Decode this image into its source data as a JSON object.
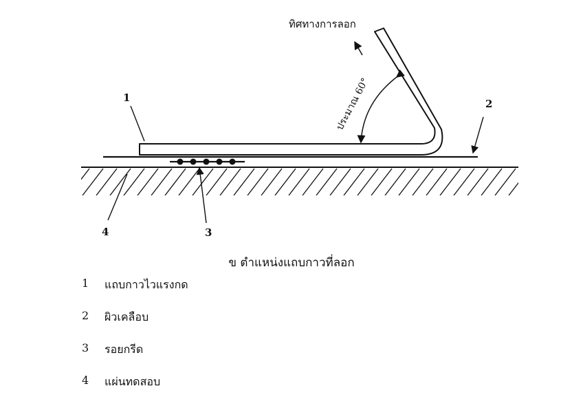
{
  "diagram": {
    "direction_label": "ทิศทางการลอก",
    "angle_label": "ประมาณ 60°",
    "callouts": [
      "1",
      "2",
      "3",
      "4"
    ]
  },
  "caption": "ข  ตำแหน่งแถบกาวที่ลอก",
  "legend": [
    {
      "number": "1",
      "text": "แถบกาวไวแรงกด"
    },
    {
      "number": "2",
      "text": "ผิวเคลือบ"
    },
    {
      "number": "3",
      "text": "รอยกรีด"
    },
    {
      "number": "4",
      "text": "แผ่นทดสอบ"
    }
  ]
}
